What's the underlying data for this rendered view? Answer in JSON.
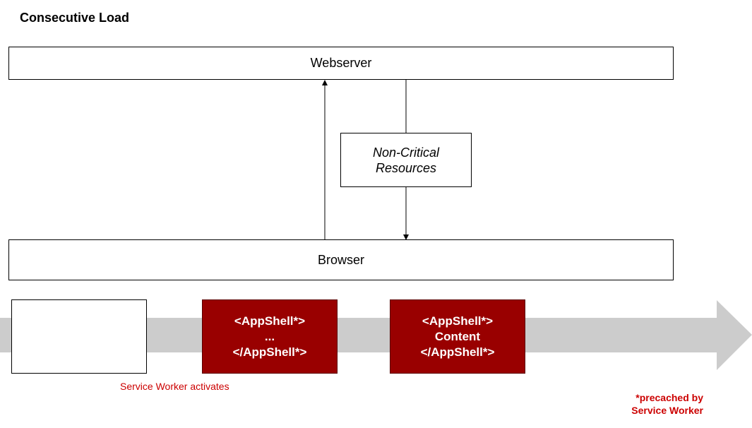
{
  "title": "Consecutive Load",
  "nodes": {
    "webserver": "Webserver",
    "browser": "Browser",
    "non_critical": [
      "Non-Critical",
      "Resources"
    ]
  },
  "timeline": {
    "step2": [
      "<AppShell*>",
      "...",
      "</AppShell*>"
    ],
    "step3": [
      "<AppShell*>",
      "Content",
      "</AppShell*>"
    ],
    "sw_label": "Service Worker activates",
    "footnote": [
      "*precached by",
      "Service Worker"
    ]
  },
  "colors": {
    "accent_red": "#990000",
    "note_red": "#cc0000",
    "timeline_gray": "#cccccc"
  }
}
